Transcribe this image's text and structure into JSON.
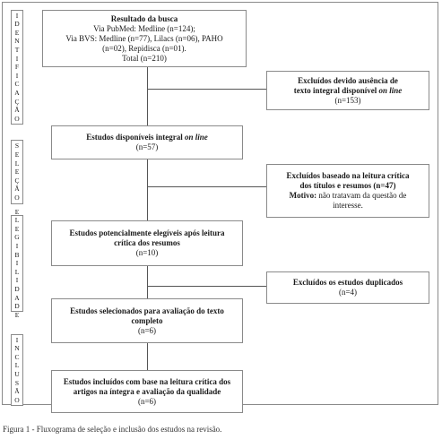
{
  "phases": {
    "identificacao": "I\nD\nE\nN\nT\nI\nF\nI\nC\nA\nÇ\nÃ\nO",
    "selecao": "S\nE\nL\nE\nÇ\nÃ\nO",
    "elegibilidade": "E\nL\nE\nG\nI\nB\nI\nL\nI\nD\nA\nD\nE",
    "inclusao": "I\nN\nC\nL\nU\nS\nÃ\nO"
  },
  "boxes": {
    "busca": {
      "title": "Resultado da busca",
      "l1": "Via PubMed: Medline (n=124);",
      "l2": "Via BVS: Medline (n=77), Lilacs (n=06), PAHO",
      "l3": "(n=02), Repidisca (n=01).",
      "l4": "Total (n=210)"
    },
    "excl_texto": {
      "l1": "Excluídos devido ausência de",
      "l2a": "texto integral disponível ",
      "l2b": "on line",
      "l3": "(n=153)"
    },
    "disponiveis": {
      "l1a": "Estudos disponíveis integral ",
      "l1b": "on line",
      "l2": "(n=57)"
    },
    "excl_leitura": {
      "l1": "Excluídos baseado na leitura crítica",
      "l2": "dos títulos e resumos (n=47)",
      "l3a": "Motivo:",
      "l3b": " não tratavam da questão de",
      "l4": "interesse."
    },
    "elegiveis": {
      "l1": "Estudos potencialmente elegíveis após leitura",
      "l2": "crítica dos resumos",
      "l3": "(n=10)"
    },
    "duplicados": {
      "l1": "Excluídos os estudos duplicados",
      "l2": "(n=4)"
    },
    "selecionados": {
      "l1": "Estudos selecionados para avaliação do texto",
      "l2": "completo",
      "l3": "(n=6)"
    },
    "incluidos": {
      "l1": "Estudos incluídos com base na leitura crítica dos",
      "l2": "artigos na íntegra e avaliação da qualidade",
      "l3": "(n=6)"
    }
  },
  "caption": "Figura 1 - Fluxograma de seleção e inclusão dos estudos na revisão."
}
